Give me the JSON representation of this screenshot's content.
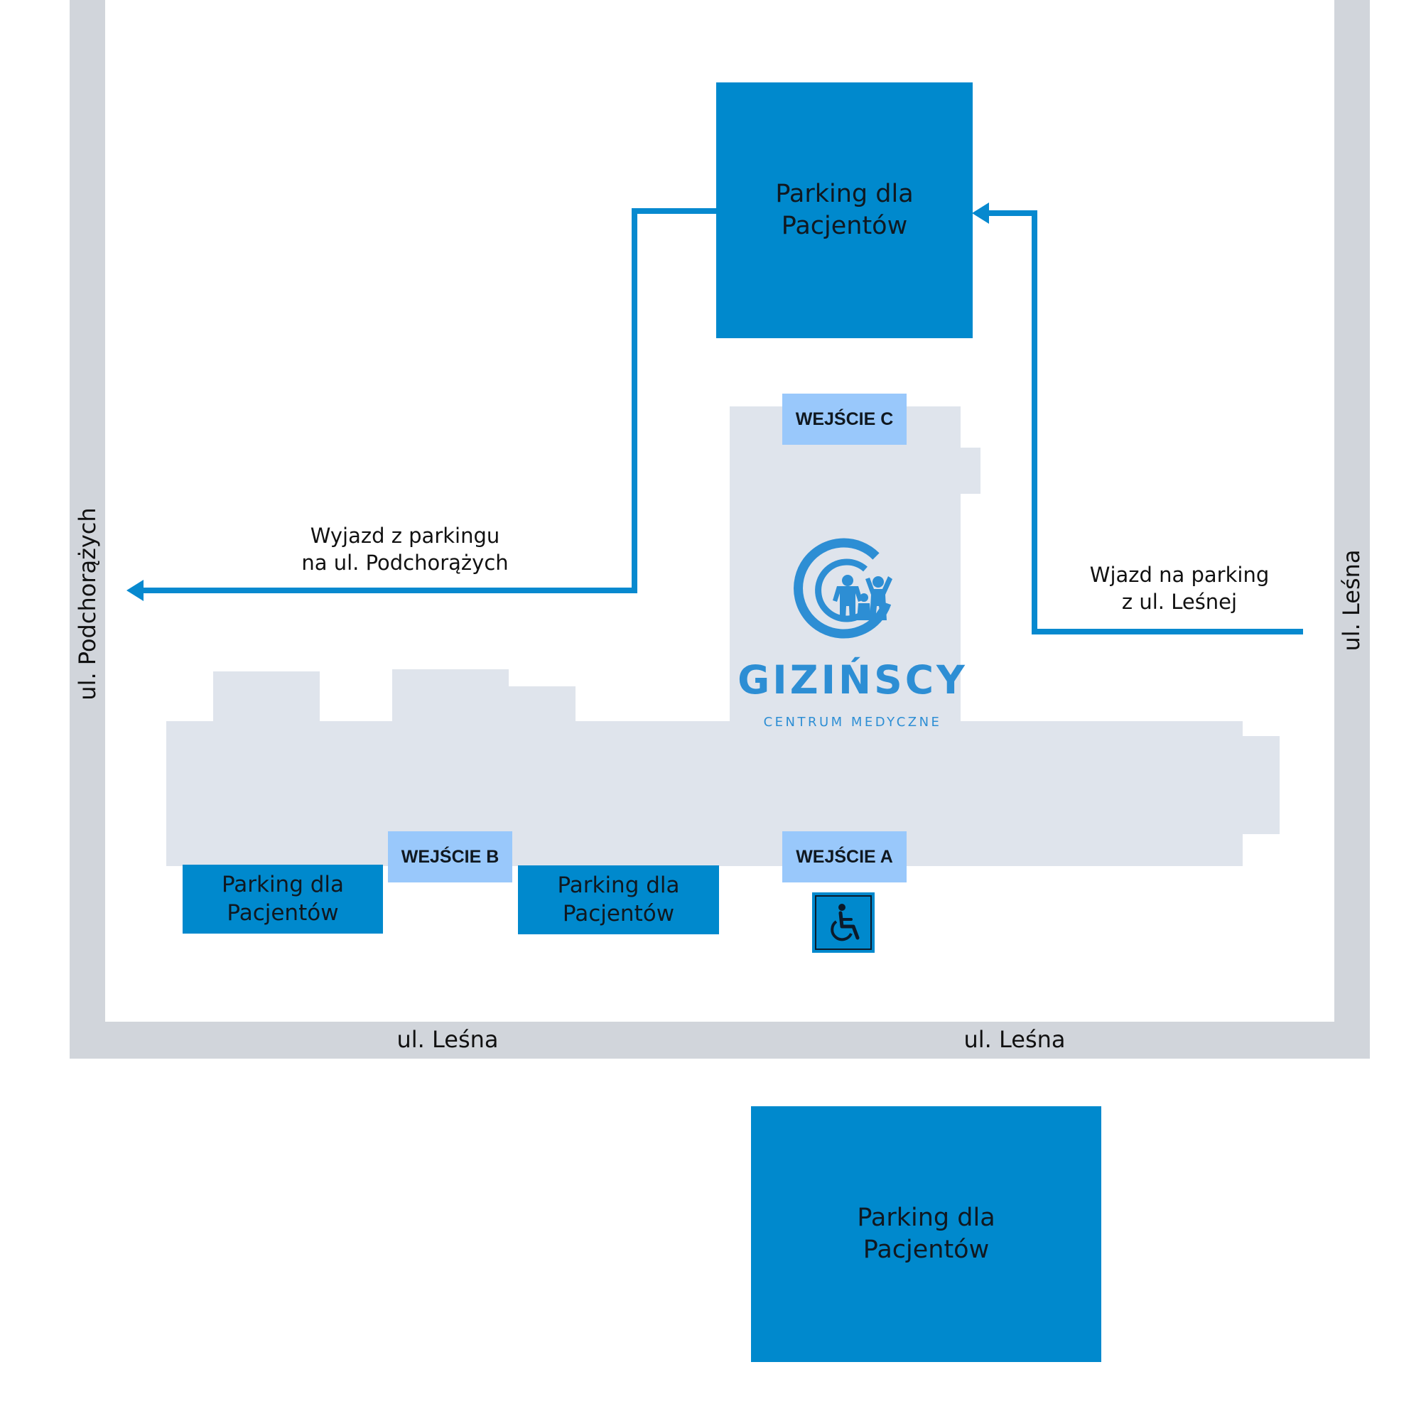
{
  "streets": {
    "left": "ul. Podchorążych",
    "right": "ul. Leśna",
    "bottom_left": "ul. Leśna",
    "bottom_right": "ul. Leśna"
  },
  "parkings": {
    "top": [
      "Parking dla",
      "Pacjentów"
    ],
    "bottom_left": [
      "Parking dla",
      "Pacjentów"
    ],
    "bottom_center": [
      "Parking dla",
      "Pacjentów"
    ],
    "outside": [
      "Parking dla",
      "Pacjentów"
    ]
  },
  "entrances": {
    "a": "WEJŚCIE A",
    "b": "WEJŚCIE B",
    "c": "WEJŚCIE C"
  },
  "routes": {
    "exit": [
      "Wyjazd z parkingu",
      "na ul. Podchorążych"
    ],
    "entry": [
      "Wjazd na parking",
      "z ul. Leśnej"
    ]
  },
  "logo": {
    "name": "GIZIŃSCY",
    "tagline": "CENTRUM MEDYCZNE",
    "icon": "family-c-logo-icon"
  },
  "accessibility": {
    "icon": "wheelchair-icon"
  },
  "colors": {
    "parking": "#0089cd",
    "entrance": "#99c8fb",
    "building": "#dfe4ec",
    "road": "#d1d5db",
    "route": "#0789cf",
    "logo": "#2d8ed4"
  }
}
